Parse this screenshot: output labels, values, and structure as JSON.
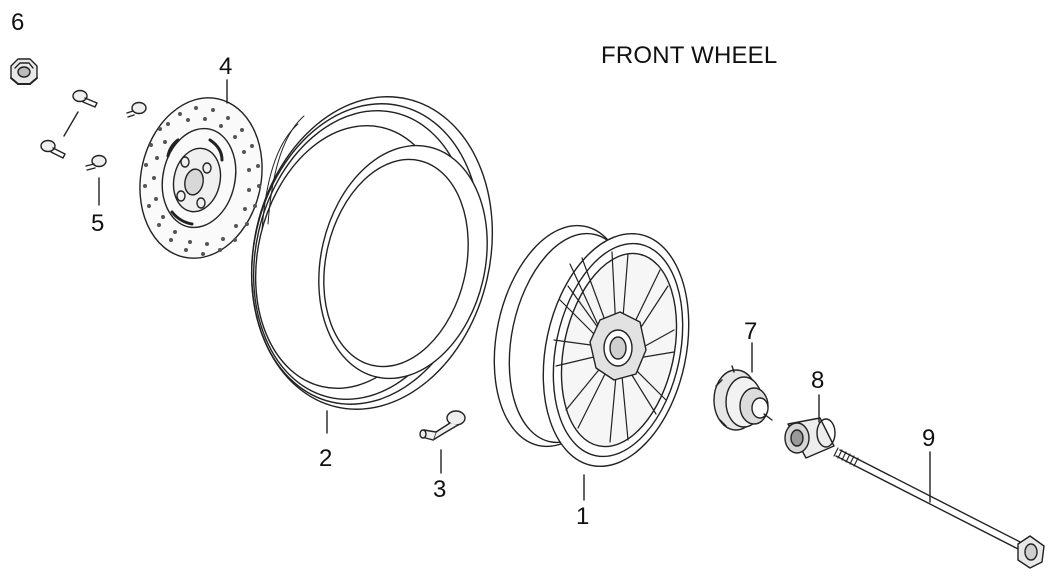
{
  "title": "FRONT WHEEL",
  "callouts": {
    "c1": "1",
    "c2": "2",
    "c3": "3",
    "c4": "4",
    "c5": "5",
    "c6": "6",
    "c7": "7",
    "c8": "8",
    "c9": "9"
  },
  "colors": {
    "line": "#222222",
    "part_fill": "#f4f4f4",
    "tyre_fill": "#ffffff",
    "hub_fill": "#dcdcdc"
  }
}
